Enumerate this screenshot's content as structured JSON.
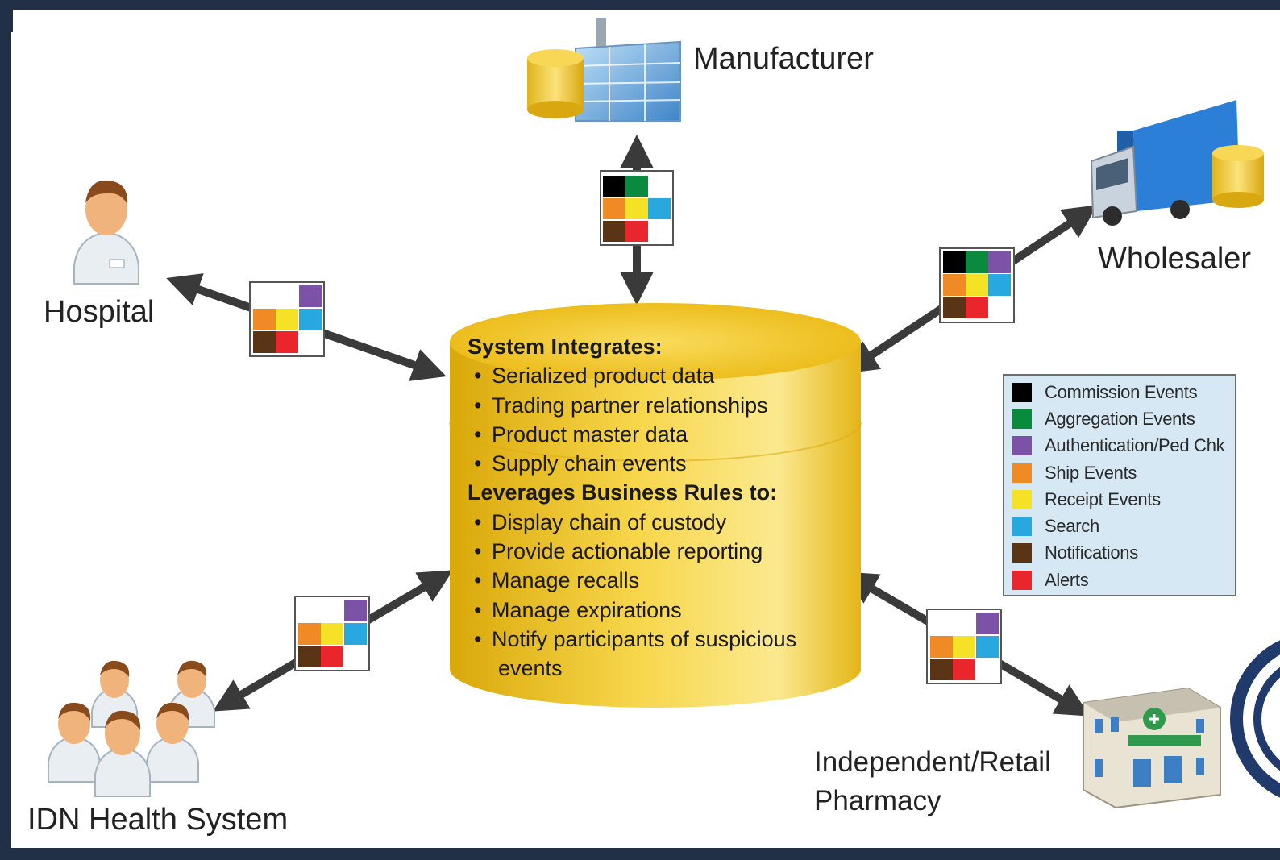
{
  "nodes": {
    "manufacturer": "Manufacturer",
    "wholesaler": "Wholesaler",
    "hospital": "Hospital",
    "idn": "IDN Health System",
    "pharmacy_line1": "Independent/Retail",
    "pharmacy_line2": "Pharmacy"
  },
  "center": {
    "heading1": "System Integrates:",
    "integrates": [
      "Serialized product data",
      "Trading partner relationships",
      "Product master data",
      "Supply chain events"
    ],
    "heading2": "Leverages Business Rules to:",
    "rules": [
      "Display chain of custody",
      "Provide actionable reporting",
      "Manage recalls",
      "Manage expirations",
      "Notify participants of suspicious"
    ],
    "rules_continuation": "events",
    "bullet": "•"
  },
  "legend": [
    {
      "label": "Commission Events",
      "color": "#000000"
    },
    {
      "label": "Aggregation Events",
      "color": "#0a8a3c"
    },
    {
      "label": "Authentication/Ped Chk",
      "color": "#7b52a6"
    },
    {
      "label": "Ship Events",
      "color": "#f08a24"
    },
    {
      "label": "Receipt Events",
      "color": "#f5e227"
    },
    {
      "label": "Search",
      "color": "#29a8e0"
    },
    {
      "label": "Notifications",
      "color": "#5a3515"
    },
    {
      "label": "Alerts",
      "color": "#e8262b"
    }
  ],
  "colors": {
    "arrow": "#3a3a3a",
    "cylinder": "#f2c316",
    "frame": "#223047"
  }
}
